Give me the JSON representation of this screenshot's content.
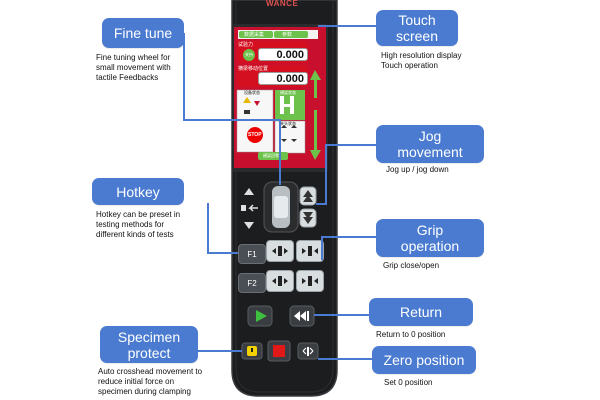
{
  "device": {
    "brand": "WANCE",
    "screen": {
      "tab1": "数据采集",
      "tab2": "参数",
      "label1": "试验力",
      "label2": "横梁移动位置",
      "value1": "0.000",
      "value2": "0.000",
      "green_label": "夹持",
      "panel_left_title": "设备状态",
      "panel_right_title": "横梁状态",
      "panel_bottom_title": "夹头状态",
      "bottom_button": "横梁回零",
      "stop_label": "STOP"
    },
    "keys": {
      "f1": "F1",
      "f2": "F2"
    }
  },
  "callouts": {
    "fine_tune": {
      "title": "Fine tune",
      "desc": "Fine tuning wheel for\nsmall movement with\ntactile Feedbacks"
    },
    "touch_screen": {
      "title": "Touch\nscreen",
      "desc": "High resolution display\nTouch operation"
    },
    "jog_movement": {
      "title": "Jog\nmovement",
      "desc": "Jog up / jog down"
    },
    "hotkey": {
      "title": "Hotkey",
      "desc": "Hotkey can be preset in\ntesting methods for\ndifferent kinds of tests"
    },
    "grip_operation": {
      "title": "Grip\noperation",
      "desc": "Grip close/open"
    },
    "return": {
      "title": "Return",
      "desc": "Return to 0 position"
    },
    "specimen_protect": {
      "title": "Specimen\nprotect",
      "desc": "Auto crosshead movement to\nreduce initial force on\nspecimen during clamping"
    },
    "zero_position": {
      "title": "Zero position",
      "desc": "Set 0 position"
    }
  },
  "colors": {
    "callout": "#4a7bd0",
    "screen_bg": "#c8102e",
    "device_body": "#1c1d1f",
    "accent_green": "#6cc24a"
  }
}
